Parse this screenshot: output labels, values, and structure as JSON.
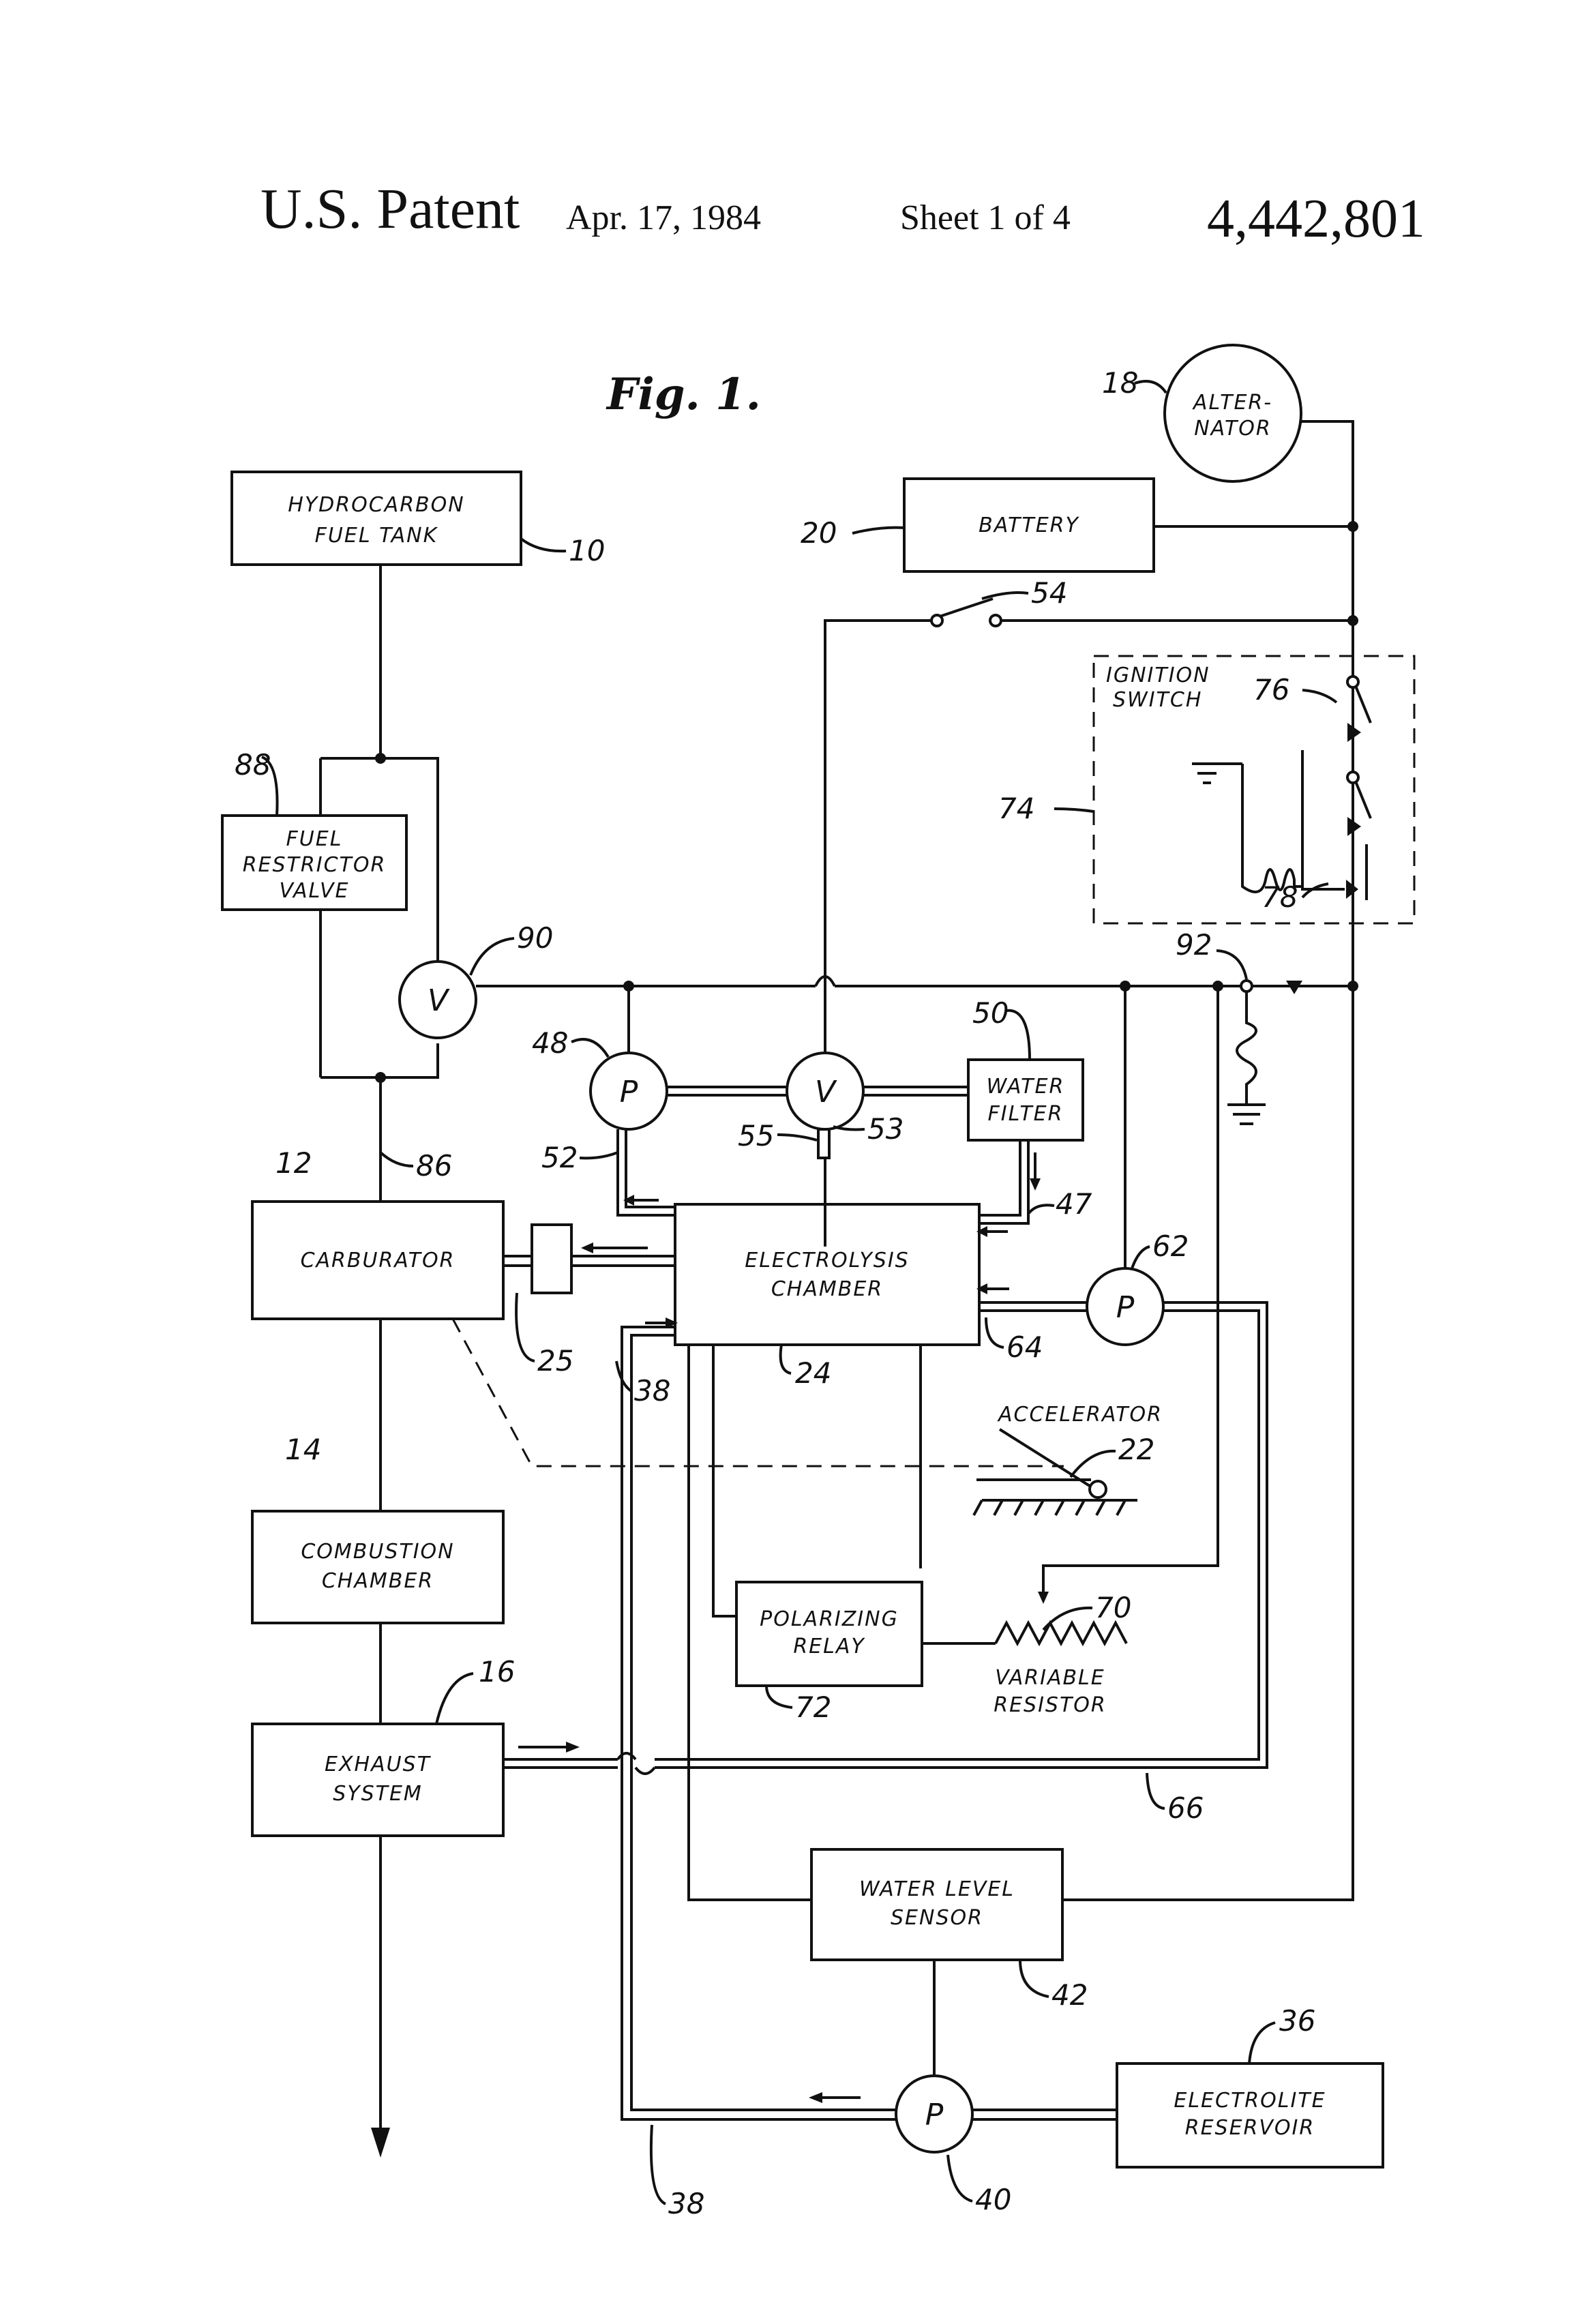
{
  "header": {
    "patent": "U.S. Patent",
    "date": "Apr. 17, 1984",
    "sheet": "Sheet 1 of 4",
    "number": "4,442,801"
  },
  "figure_title": "Fig. 1.",
  "blocks": {
    "fuel_tank": [
      "HYDROCARBON",
      "FUEL TANK"
    ],
    "restrictor": [
      "FUEL",
      "RESTRICTOR",
      "VALVE"
    ],
    "carburator": [
      "CARBURATOR"
    ],
    "combustion": [
      "COMBUSTION",
      "CHAMBER"
    ],
    "exhaust": [
      "EXHAUST",
      "SYSTEM"
    ],
    "battery": [
      "BATTERY"
    ],
    "alternator": [
      "ALTER-",
      "NATOR"
    ],
    "ignition": [
      "IGNITION",
      "SWITCH"
    ],
    "water_filter": [
      "WATER",
      "FILTER"
    ],
    "electrolysis": [
      "ELECTROLYSIS",
      "CHAMBER"
    ],
    "accelerator": [
      "ACCELERATOR"
    ],
    "polarizing": [
      "POLARIZING",
      "RELAY"
    ],
    "resistor": [
      "VARIABLE",
      "RESISTOR"
    ],
    "water_level": [
      "WATER LEVEL",
      "SENSOR"
    ],
    "reservoir": [
      "ELECTROLITE",
      "RESERVOIR"
    ]
  },
  "symbols": {
    "valve": "V",
    "pump": "P"
  },
  "refs": {
    "r10": "10",
    "r12": "12",
    "r14": "14",
    "r16": "16",
    "r18": "18",
    "r20": "20",
    "r22": "22",
    "r24": "24",
    "r25": "25",
    "r36": "36",
    "r38a": "38",
    "r38b": "38",
    "r40": "40",
    "r42": "42",
    "r47": "47",
    "r48": "48",
    "r50": "50",
    "r52": "52",
    "r53": "53",
    "r54": "54",
    "r55": "55",
    "r62": "62",
    "r64": "64",
    "r66": "66",
    "r70": "70",
    "r72": "72",
    "r74": "74",
    "r76": "76",
    "r78": "78",
    "r86": "86",
    "r88": "88",
    "r90": "90",
    "r92": "92"
  }
}
